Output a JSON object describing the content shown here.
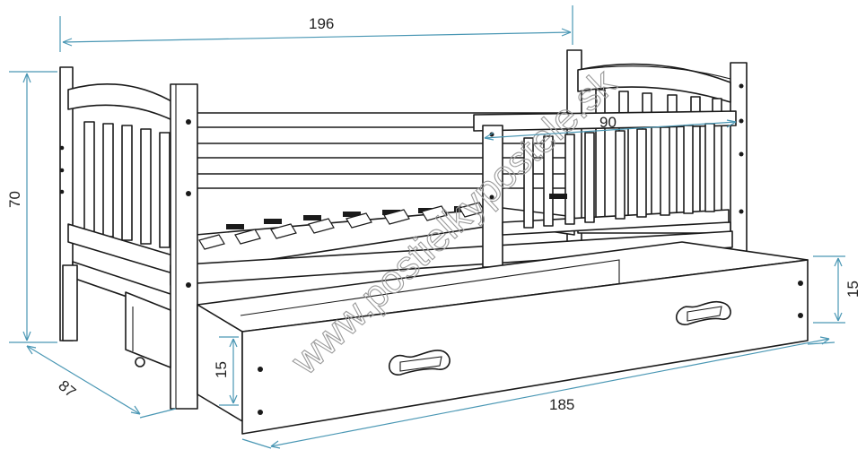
{
  "dimensions": {
    "total_length": "196",
    "guard_rail_length": "90",
    "height": "70",
    "depth": "87",
    "drawer_height_front": "15",
    "drawer_height_side": "15",
    "drawer_length": "185"
  },
  "watermark": "www.postielkypostele.sk",
  "colors": {
    "dimension_line": "#4a97b4",
    "outline": "#1a1a1a",
    "watermark": "#9a9a9a",
    "background": "#ffffff"
  }
}
